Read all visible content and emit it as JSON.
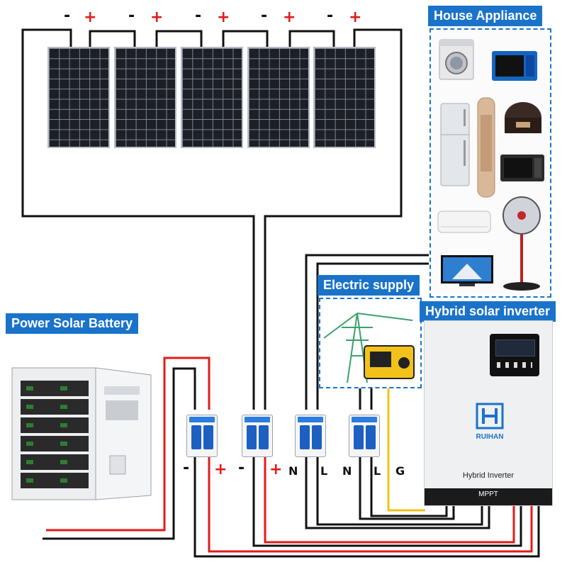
{
  "labels": {
    "house_appliance": "House Appliance",
    "electric_supply": "Electric supply",
    "hybrid_inverter": "Hybrid solar inverter",
    "battery": "Power Solar Battery"
  },
  "panel_terminals": {
    "minus": "-",
    "plus": "+"
  },
  "breaker_terminals": [
    "-",
    "+",
    "-",
    "+",
    "N",
    "L",
    "N",
    "L",
    "G"
  ],
  "inverter": {
    "brand": "RUIHAN",
    "model_text": "Hybrid Inverter",
    "footer": "MPPT"
  },
  "colors": {
    "accent": "#1a73c9",
    "positive": "#e31b1b",
    "negative": "#111111",
    "ground": "#f2c21a"
  },
  "icons": {
    "appliances": [
      "washing-machine-icon",
      "oven-icon",
      "refrigerator-icon",
      "tower-ac-icon",
      "rice-cooker-icon",
      "microwave-icon",
      "wall-ac-icon",
      "fan-icon",
      "tv-icon"
    ],
    "supply": [
      "power-tower-icon",
      "generator-icon"
    ]
  }
}
